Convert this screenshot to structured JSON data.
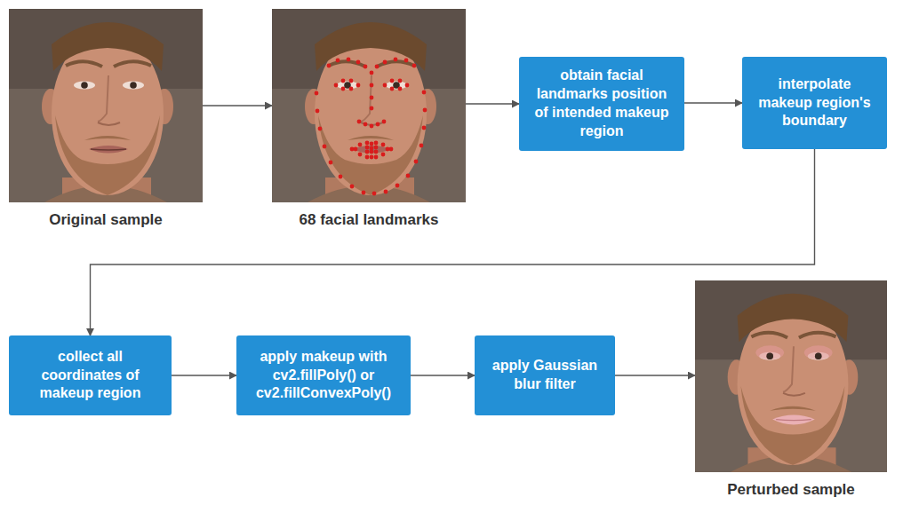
{
  "diagram": {
    "nodes": [
      {
        "text": [
          "Original sample"
        ]
      },
      {
        "text": [
          "68 facial landmarks"
        ]
      },
      {
        "text": [
          "obtain facial landmarks position of intended makeup region"
        ]
      },
      {
        "text": [
          "interpolate makeup region's boundary"
        ]
      },
      {
        "text": [
          "collect all coordinates of makeup region"
        ]
      },
      {
        "text": [
          "apply makeup with cv2.fillPoly() or cv2.fillConvexPoly()"
        ]
      },
      {
        "text": [
          "apply Gaussian blur filter"
        ]
      },
      {
        "text": [
          "Perturbed sample"
        ]
      }
    ],
    "edges": [
      {
        "from": 0,
        "to": 1,
        "arrow": "to"
      },
      {
        "from": 1,
        "to": 2,
        "arrow": "to"
      },
      {
        "from": 2,
        "to": 3,
        "arrow": "to"
      },
      {
        "from": 3,
        "to": 4,
        "arrow": "to"
      },
      {
        "from": 4,
        "to": 5,
        "arrow": "to"
      },
      {
        "from": 5,
        "to": 6,
        "arrow": "to"
      },
      {
        "from": 6,
        "to": 7,
        "arrow": "to"
      }
    ]
  }
}
